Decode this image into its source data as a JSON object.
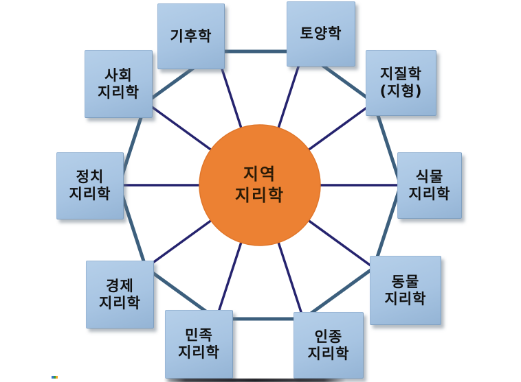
{
  "diagram": {
    "type": "hub-and-spoke",
    "center": {
      "line1": "지역",
      "line2": "지리학",
      "fill_color": "#ec8133",
      "text_color": "#2b1b07"
    },
    "nodes": [
      {
        "id": "climatology",
        "lines": [
          "기후학"
        ]
      },
      {
        "id": "soil-science",
        "lines": [
          "토양학"
        ]
      },
      {
        "id": "geology-landforms",
        "lines": [
          "지질학",
          "(지형)"
        ]
      },
      {
        "id": "plant-geography",
        "lines": [
          "식물",
          "지리학"
        ]
      },
      {
        "id": "animal-geography",
        "lines": [
          "동물",
          "지리학"
        ]
      },
      {
        "id": "race-geography",
        "lines": [
          "인종",
          "지리학"
        ]
      },
      {
        "id": "ethnic-geography",
        "lines": [
          "민족",
          "지리학"
        ]
      },
      {
        "id": "economic-geography",
        "lines": [
          "경제",
          "지리학"
        ]
      },
      {
        "id": "political-geography",
        "lines": [
          "정치",
          "지리학"
        ]
      },
      {
        "id": "social-geography",
        "lines": [
          "사회",
          "지리학"
        ]
      }
    ],
    "colors": {
      "node_fill": "#a7c4e2",
      "ring_line": "#3c5f7d",
      "spoke_line": "#25236e",
      "node_text": "#101010",
      "background": "#ffffff"
    }
  }
}
